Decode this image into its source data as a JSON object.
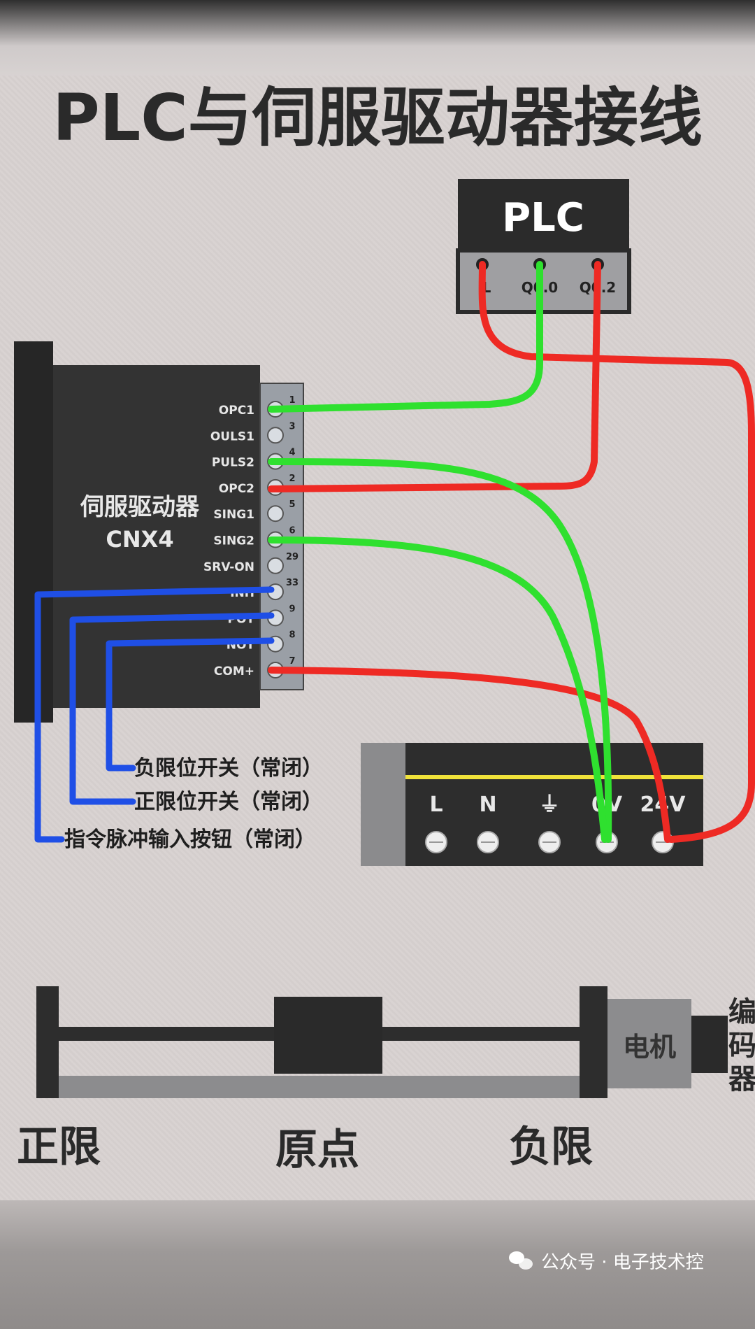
{
  "title": "PLC与伺服驱动器接线",
  "plc": {
    "label": "PLC",
    "terminals": [
      "L",
      "Q0.0",
      "Q0.2"
    ]
  },
  "driver": {
    "name_line1": "伺服驱动器",
    "name_line2": "CNX4",
    "pins": [
      {
        "label": "OPC1",
        "num": "1"
      },
      {
        "label": "OULS1",
        "num": "3"
      },
      {
        "label": "PULS2",
        "num": "4"
      },
      {
        "label": "OPC2",
        "num": "2"
      },
      {
        "label": "SING1",
        "num": "5"
      },
      {
        "label": "SING2",
        "num": "6"
      },
      {
        "label": "SRV-ON",
        "num": "29"
      },
      {
        "label": "INH",
        "num": "33"
      },
      {
        "label": "POT",
        "num": "9"
      },
      {
        "label": "NOT",
        "num": "8"
      },
      {
        "label": "COM+",
        "num": "7"
      }
    ]
  },
  "power_supply": {
    "terminals": [
      "L",
      "N",
      "⏚",
      "0V",
      "24V"
    ]
  },
  "switch_labels": [
    "负限位开关（常闭）",
    "正限位开关（常闭）",
    "指令脉冲输入按钮（常闭）"
  ],
  "rail": {
    "left_label": "正限",
    "center_label": "原点",
    "right_label": "负限",
    "motor_label": "电机",
    "encoder_label": "编码器"
  },
  "watermark": "公众号 · 电子技术控",
  "colors": {
    "red_wire": "#ee2a24",
    "green_wire": "#2fe02f",
    "blue_wire": "#1f4fe6",
    "dark_box": "#2b2b2b"
  }
}
